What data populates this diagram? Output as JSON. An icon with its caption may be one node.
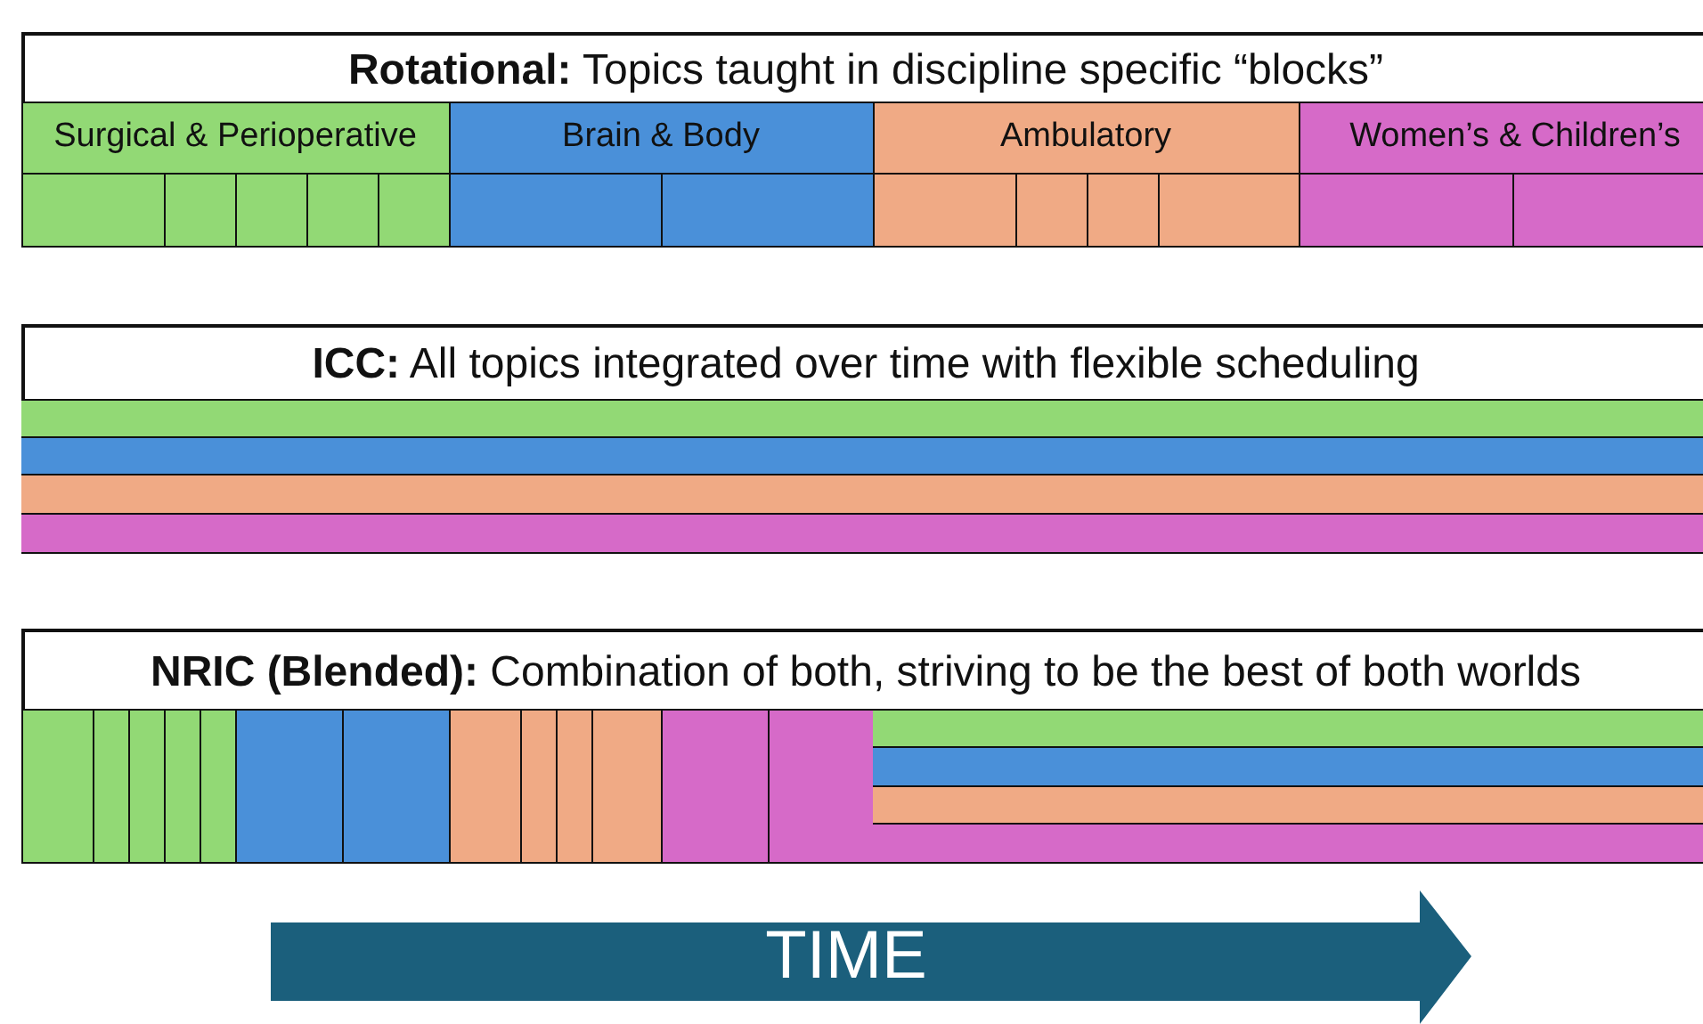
{
  "diagram": {
    "nodes": [
      {
        "text": [
          "**Rotational:** Topics taught in discipline specific “blocks”"
        ]
      },
      {
        "text": [
          "Surgical & Perioperative"
        ],
        "in": 0
      },
      {
        "text": [
          "Brain & Body"
        ],
        "in": 0
      },
      {
        "text": [
          "Ambulatory"
        ],
        "in": 0
      },
      {
        "text": [
          "Women’s & Children’s"
        ],
        "in": 0
      },
      {
        "text": [],
        "shape": "box",
        "in": 0
      },
      {
        "text": [],
        "shape": "box",
        "in": 0
      },
      {
        "text": [],
        "shape": "box",
        "in": 0
      },
      {
        "text": [],
        "shape": "box",
        "in": 0
      },
      {
        "text": [],
        "shape": "box",
        "in": 0
      },
      {
        "text": [],
        "shape": "box",
        "in": 0
      },
      {
        "text": [],
        "shape": "box",
        "in": 0
      },
      {
        "text": [],
        "shape": "box",
        "in": 0
      },
      {
        "text": [],
        "shape": "box",
        "in": 0
      },
      {
        "text": [],
        "shape": "box",
        "in": 0
      },
      {
        "text": [],
        "shape": "box",
        "in": 0
      },
      {
        "text": [],
        "shape": "box",
        "in": 0
      },
      {
        "text": [],
        "shape": "box",
        "in": 0
      },
      {
        "text": [
          "**ICC:** All topics integrated over time with flexible scheduling"
        ]
      },
      {
        "text": [],
        "shape": "bar",
        "in": 18
      },
      {
        "text": [],
        "shape": "bar",
        "in": 18
      },
      {
        "text": [],
        "shape": "bar",
        "in": 18
      },
      {
        "text": [],
        "shape": "bar",
        "in": 18
      },
      {
        "text": [
          "**NRIC (Blended):** Combination of both, striving to be the best of both worlds"
        ]
      },
      {
        "text": [],
        "shape": "box",
        "in": 23
      },
      {
        "text": [],
        "shape": "box",
        "in": 23
      },
      {
        "text": [],
        "shape": "box",
        "in": 23
      },
      {
        "text": [],
        "shape": "box",
        "in": 23
      },
      {
        "text": [],
        "shape": "box",
        "in": 23
      },
      {
        "text": [],
        "shape": "box",
        "in": 23
      },
      {
        "text": [],
        "shape": "box",
        "in": 23
      },
      {
        "text": [],
        "shape": "box",
        "in": 23
      },
      {
        "text": [],
        "shape": "box",
        "in": 23
      },
      {
        "text": [],
        "shape": "box",
        "in": 23
      },
      {
        "text": [],
        "shape": "box",
        "in": 23
      },
      {
        "text": [],
        "shape": "box",
        "in": 23
      },
      {
        "text": [],
        "shape": "box",
        "in": 23
      },
      {
        "text": [],
        "shape": "bar",
        "in": 23
      },
      {
        "text": [],
        "shape": "bar",
        "in": 23
      },
      {
        "text": [],
        "shape": "bar",
        "in": 23
      },
      {
        "text": [],
        "shape": "bar",
        "in": 23
      },
      {
        "text": [
          "TIME"
        ]
      }
    ]
  }
}
